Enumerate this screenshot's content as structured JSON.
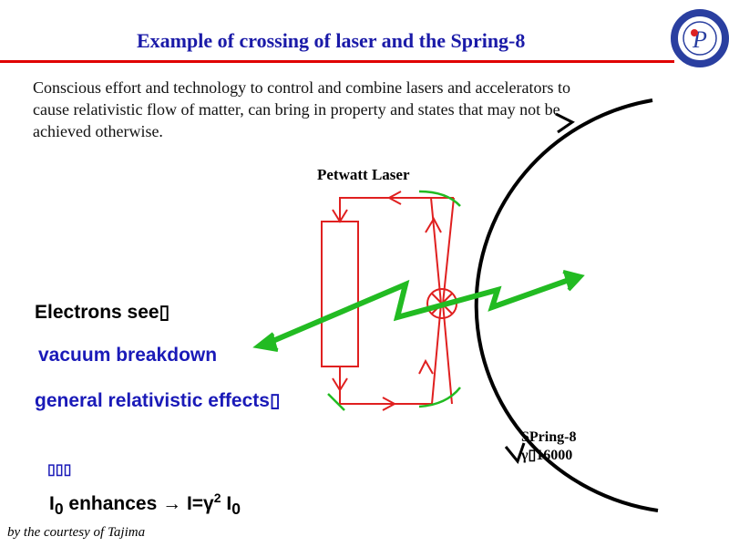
{
  "title": "Example of crossing of laser and the Spring-8",
  "intro": "Conscious effort and technology to control and combine lasers and accelerators to cause relativistic flow of matter, can bring in property and states that may not be achieved otherwise.",
  "diagram": {
    "laser_label": "Petwatt Laser",
    "ring_label": "SPring-8",
    "gamma_label": "γ▯16000"
  },
  "points": {
    "line1": "Electrons see▯",
    "line2": "vacuum breakdown",
    "line3": "general relativistic effects▯",
    "line4": "▯▯▯",
    "line5_i0": "I",
    "line5_sub": "0",
    "line5_mid": " enhances →  I=γ",
    "line5_sup": "2",
    "line5_end": " I",
    "line5_sub2": "0"
  },
  "credit": "by the courtesy of Tajima",
  "colors": {
    "title": "#1a1aa8",
    "rule": "#e00000",
    "laser": "#e02020",
    "beam": "#22bb22"
  }
}
